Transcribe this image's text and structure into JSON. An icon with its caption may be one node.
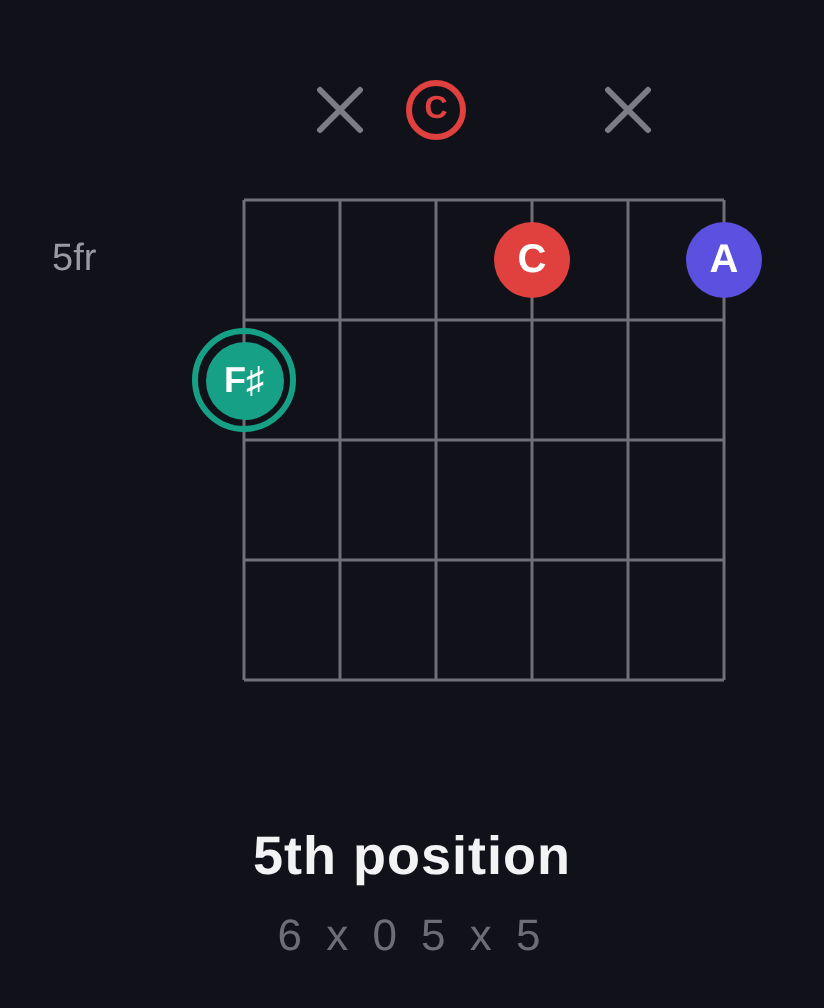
{
  "diagram": {
    "title": "5th position",
    "nodes": [
      {
        "text": [
          "C"
        ]
      },
      {
        "text": [
          "C"
        ]
      },
      {
        "text": [
          "A"
        ]
      },
      {
        "text": [
          "F♯"
        ]
      }
    ],
    "labels": [
      "5fr",
      "6 x 0 5 x 5"
    ]
  }
}
